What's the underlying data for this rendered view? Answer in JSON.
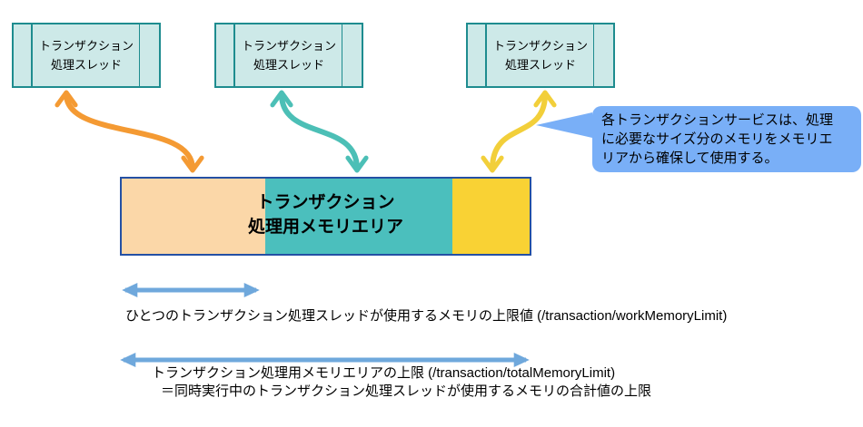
{
  "colors": {
    "thread_box_fill": "#cde9e8",
    "thread_box_border": "#1e8c8f",
    "bar_border": "#2450a4",
    "section_thread1": "#fbd7a8",
    "section_thread2": "#4bbfbd",
    "section_thread3": "#f9d234",
    "arrow_orange": "#f49a33",
    "arrow_teal": "#4cbfb6",
    "arrow_yellow": "#f2cf3a",
    "measure_arrow_blue": "#6fa8dc",
    "callout_fill": "#79aff7",
    "text": "#000000"
  },
  "thread_boxes": [
    {
      "label": "トランザクション\n処理スレッド"
    },
    {
      "label": "トランザクション\n処理スレッド"
    },
    {
      "label": "トランザクション\n処理スレッド"
    }
  ],
  "memory_bar": {
    "title": "トランザクション\n処理用メモリエリア",
    "sections": [
      {
        "name": "thread1-allocated",
        "color": "#fbd7a8"
      },
      {
        "name": "thread2-allocated",
        "color": "#4bbfbd"
      },
      {
        "name": "thread3-allocated",
        "color": "#f9d234"
      }
    ]
  },
  "callout": {
    "text": "各トランザクションサービスは、処理\nに必要なサイズ分のメモリをメモリエ\nリアから確保して使用する。"
  },
  "captions": {
    "work_limit": "ひとつのトランザクション処理スレッドが使用するメモリの上限値 (/transaction/workMemoryLimit)",
    "total_limit_line1": "トランザクション処理用メモリエリアの上限 (/transaction/totalMemoryLimit)",
    "total_limit_line2": "＝同時実行中のトランザクション処理スレッドが使用するメモリの合計値の上限"
  }
}
